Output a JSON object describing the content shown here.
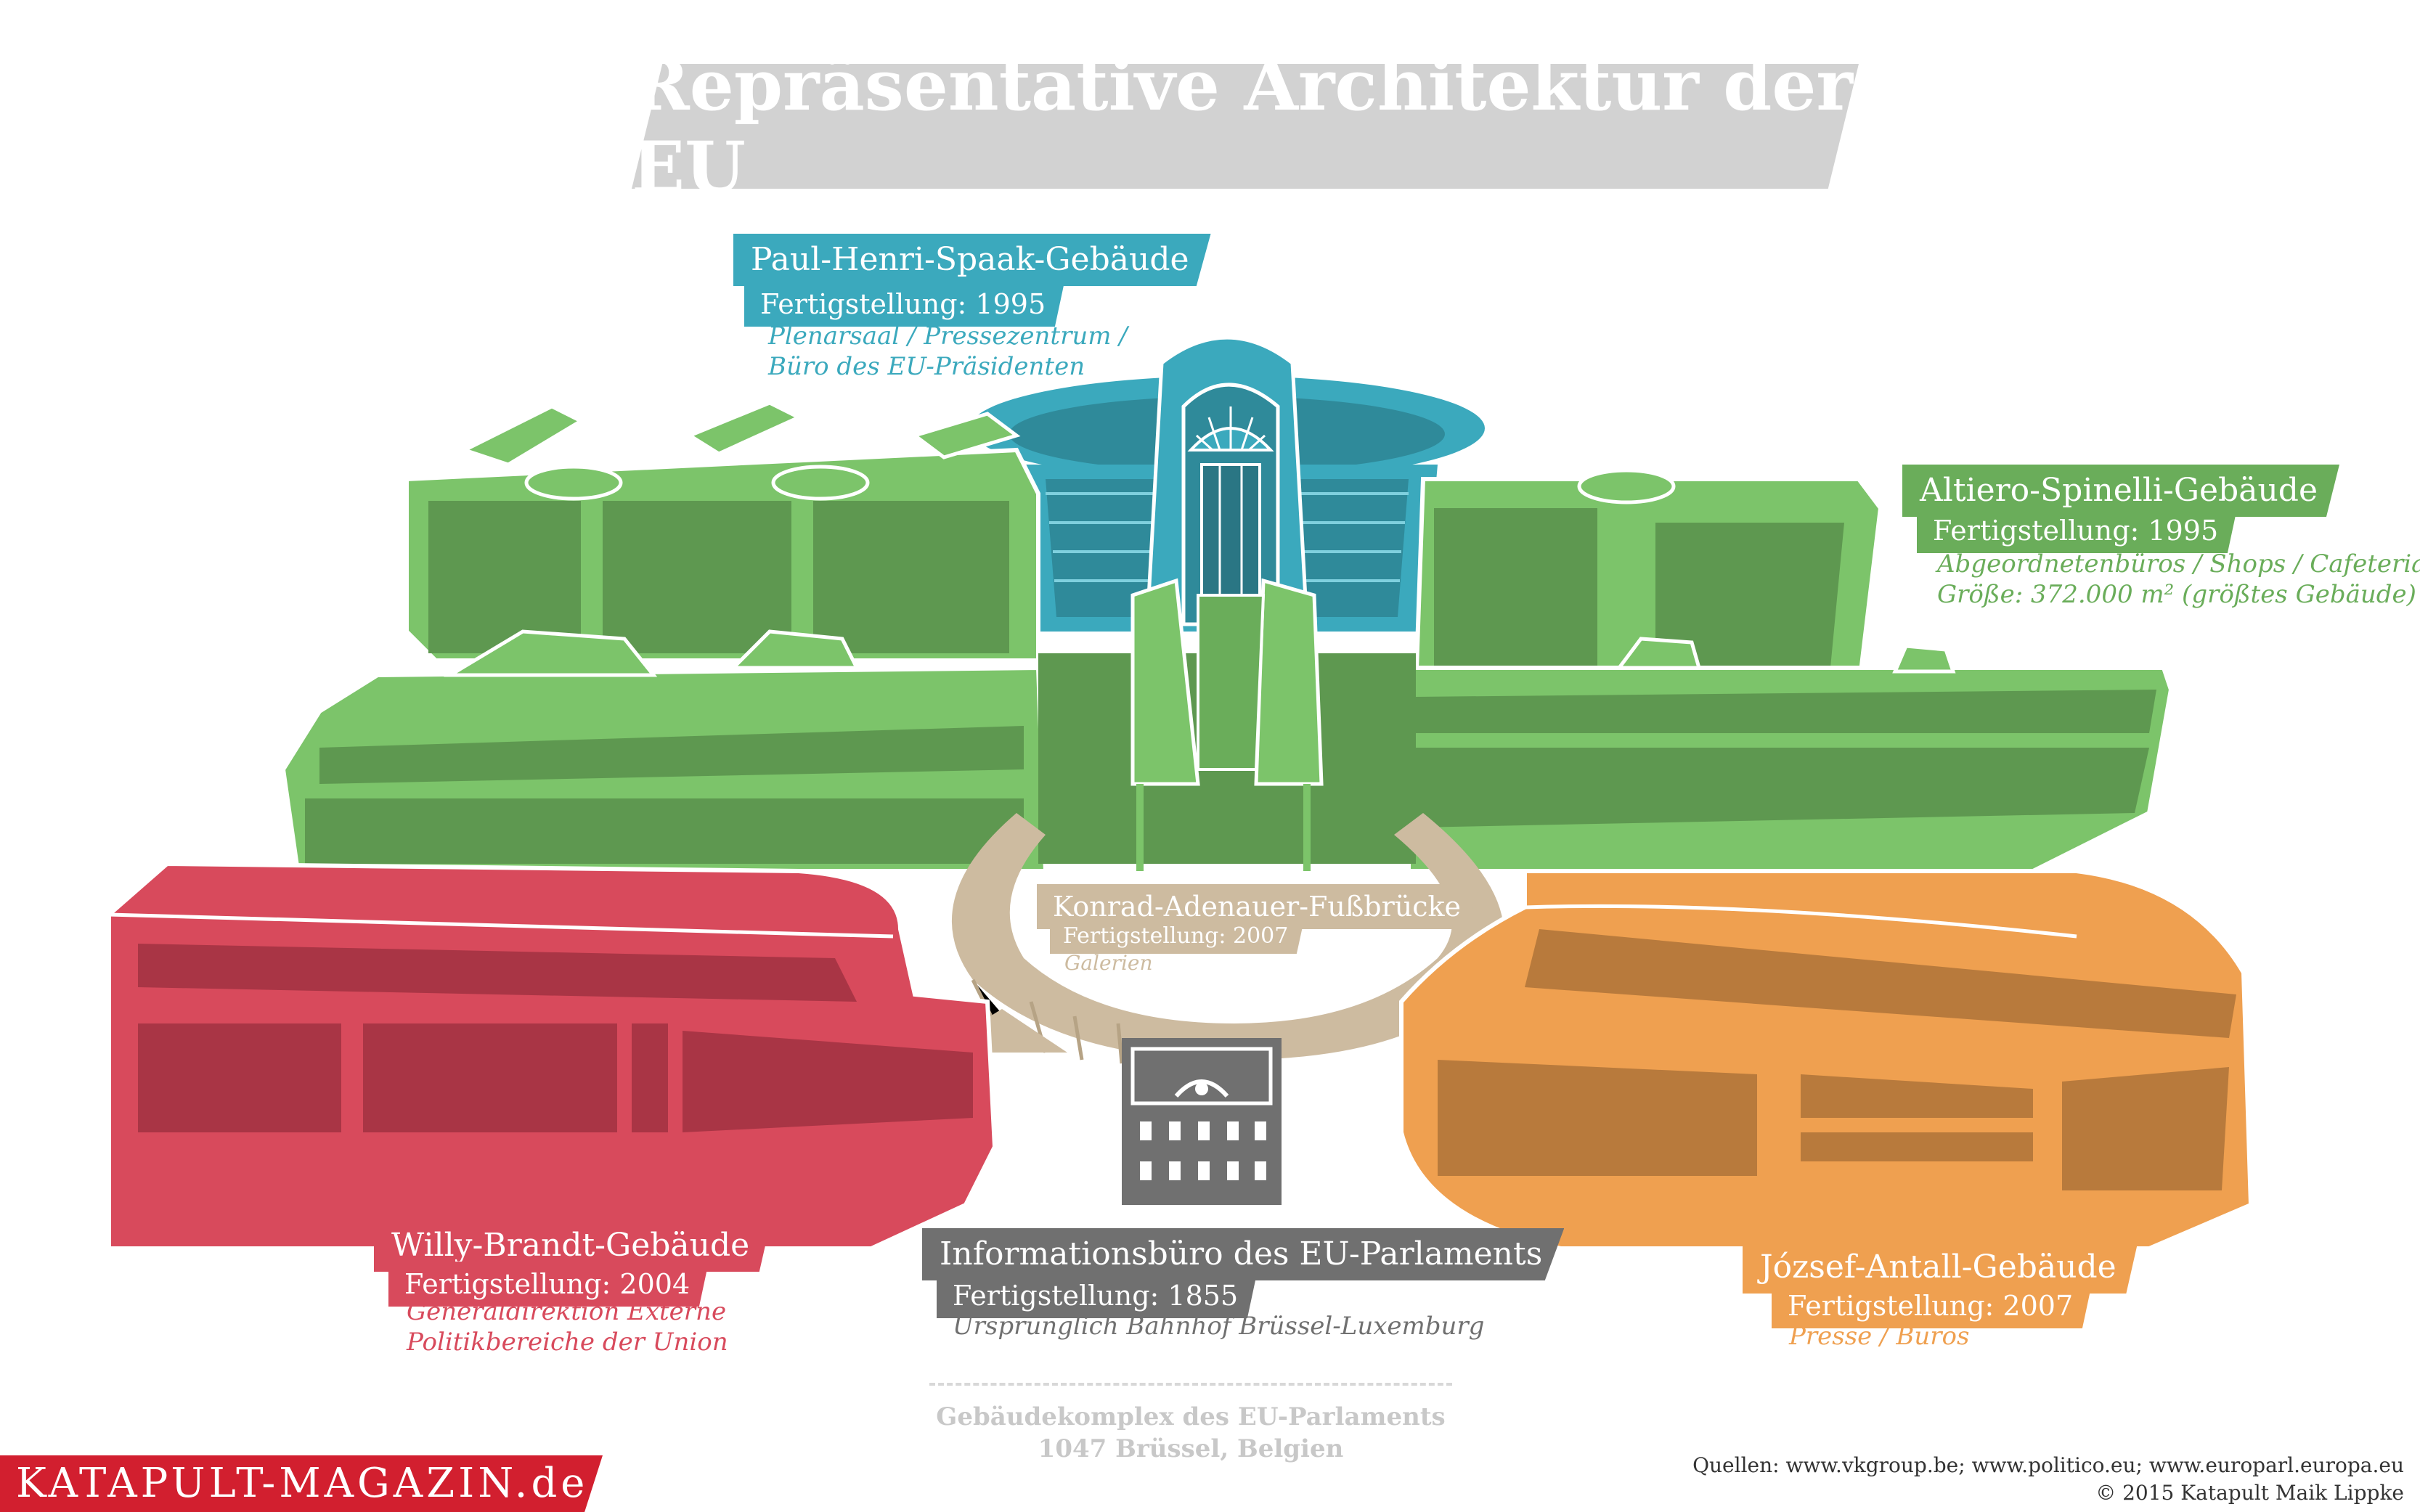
{
  "title": "Repräsentative Architektur der EU",
  "colors": {
    "teal": "#3ba9bd",
    "green": "#6aad5a",
    "red": "#d84a5c",
    "orange": "#efa050",
    "gray": "#707070",
    "tan": "#cdbba0",
    "brand_red": "#d21f2f"
  },
  "buildings": {
    "spaak": {
      "name": "Paul-Henri-Spaak-Gebäude",
      "completion": "Fertigstellung: 1995",
      "desc_1": "Plenarsaal / Pressezentrum /",
      "desc_2": "Büro des EU-Präsidenten"
    },
    "spinelli": {
      "name": "Altiero-Spinelli-Gebäude",
      "completion": "Fertigstellung: 1995",
      "desc_1": "Abgeordnetenbüros / Shops / Cafeteria",
      "desc_2": "Größe: 372.000 m² (größtes Gebäude)"
    },
    "adenauer": {
      "name": "Konrad-Adenauer-Fußbrücke",
      "completion": "Fertigstellung: 2007",
      "desc_1": "Galerien"
    },
    "brandt": {
      "name": "Willy-Brandt-Gebäude",
      "completion": "Fertigstellung: 2004",
      "desc_1": "Generaldirektion Externe",
      "desc_2": "Politikbereiche der Union"
    },
    "info": {
      "name": "Informationsbüro des EU-Parlaments",
      "completion": "Fertigstellung: 1855",
      "desc_1": "Ursprünglich Bahnhof Brüssel-Luxemburg"
    },
    "antall": {
      "name": "József-Antall-Gebäude",
      "completion": "Fertigstellung: 2007",
      "desc_1": "Presse / Büros"
    }
  },
  "footer": {
    "complex_line_1": "Gebäudekomplex des EU-Parlaments",
    "complex_line_2": "1047 Brüssel, Belgien",
    "brand": "KATAPULT-MAGAZIN.de",
    "sources": "Quellen: www.vkgroup.be; www.politico.eu; www.europarl.europa.eu",
    "copyright": "© 2015 Katapult Maik Lippke"
  }
}
